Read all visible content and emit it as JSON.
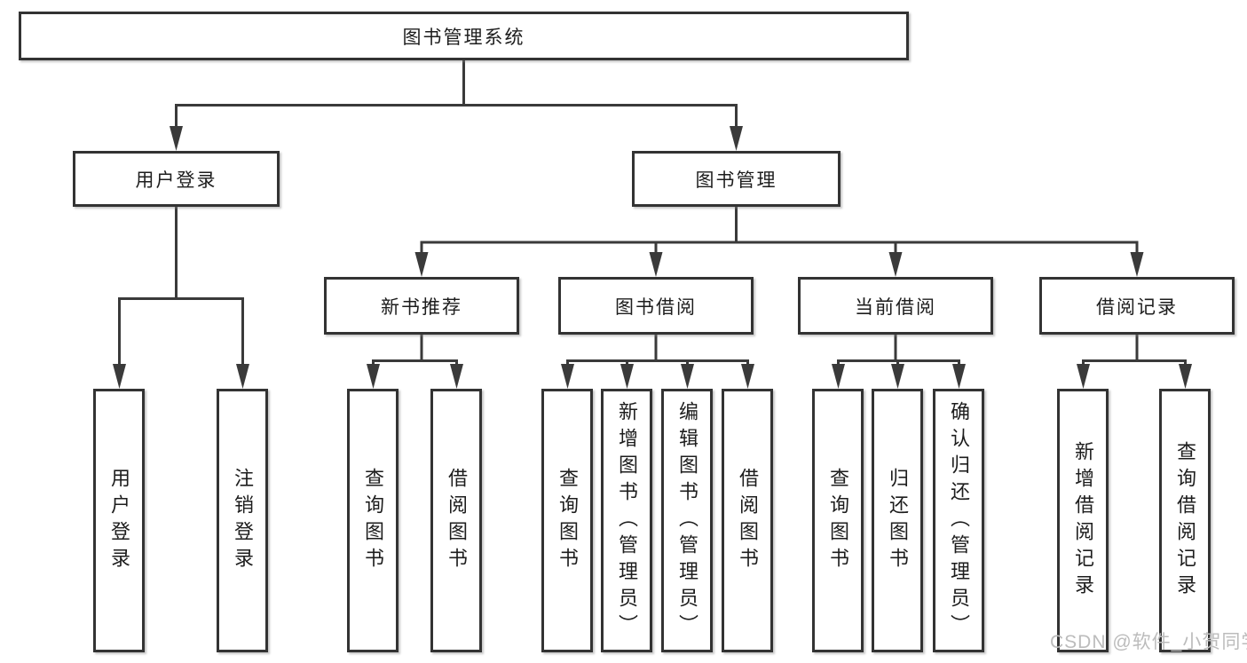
{
  "root": {
    "label": "图书管理系统"
  },
  "level2": [
    {
      "id": "user-login",
      "label": "用户登录"
    },
    {
      "id": "book-management",
      "label": "图书管理"
    }
  ],
  "level3": [
    {
      "id": "new-book-recommend",
      "label": "新书推荐"
    },
    {
      "id": "book-borrow",
      "label": "图书借阅"
    },
    {
      "id": "current-borrow",
      "label": "当前借阅"
    },
    {
      "id": "borrow-records",
      "label": "借阅记录"
    }
  ],
  "leaves": {
    "user_login": [
      "用户登录",
      "注销登录"
    ],
    "new_book_recommend": [
      "查询图书",
      "借阅图书"
    ],
    "book_borrow": [
      "查询图书",
      "新增图书（管理员）",
      "编辑图书（管理员）",
      "借阅图书"
    ],
    "current_borrow": [
      "查询图书",
      "归还图书",
      "确认归还（管理员）"
    ],
    "borrow_records": [
      "新增借阅记录",
      "查询借阅记录"
    ]
  },
  "watermark": {
    "text": "CSDN @软件_小贺同学"
  },
  "colors": {
    "line": "#3a3a3a",
    "box_border": "#333333",
    "text": "#1d1d1d",
    "watermark": "#bcbcbc",
    "background": "#ffffff"
  }
}
